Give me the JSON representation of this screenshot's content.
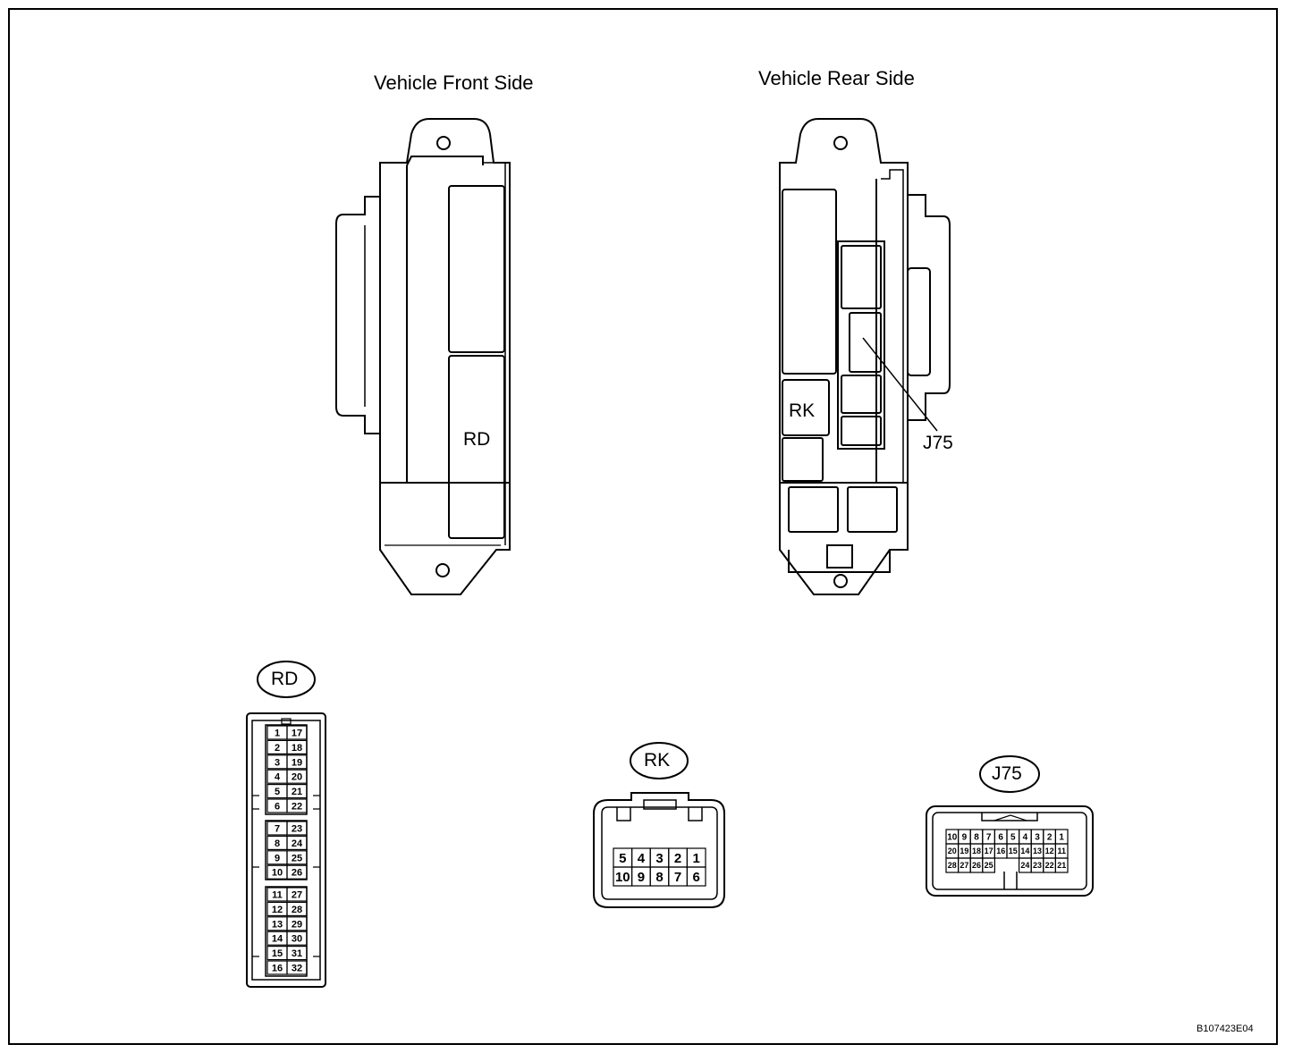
{
  "views": {
    "front_title": "Vehicle Front Side",
    "rear_title": "Vehicle Rear Side",
    "front_labels": {
      "rd": "RD"
    },
    "rear_labels": {
      "rk": "RK",
      "j75": "J75"
    }
  },
  "connectors": {
    "rd": {
      "label": "RD",
      "pins_left": [
        "1",
        "2",
        "3",
        "4",
        "5",
        "6",
        "7",
        "8",
        "9",
        "10",
        "11",
        "12",
        "13",
        "14",
        "15",
        "16"
      ],
      "pins_right": [
        "17",
        "18",
        "19",
        "20",
        "21",
        "22",
        "23",
        "24",
        "25",
        "26",
        "27",
        "28",
        "29",
        "30",
        "31",
        "32"
      ]
    },
    "rk": {
      "label": "RK",
      "row1": [
        "5",
        "4",
        "3",
        "2",
        "1"
      ],
      "row2": [
        "10",
        "9",
        "8",
        "7",
        "6"
      ]
    },
    "j75": {
      "label": "J75",
      "row1": [
        "10",
        "9",
        "8",
        "7",
        "6",
        "5",
        "4",
        "3",
        "2",
        "1"
      ],
      "row2": [
        "20",
        "19",
        "18",
        "17",
        "16",
        "15",
        "14",
        "13",
        "12",
        "11"
      ],
      "row3": [
        "28",
        "27",
        "26",
        "25",
        "",
        "",
        "",
        "24",
        "23",
        "22",
        "21"
      ]
    }
  },
  "figure_code": "B107423E04"
}
